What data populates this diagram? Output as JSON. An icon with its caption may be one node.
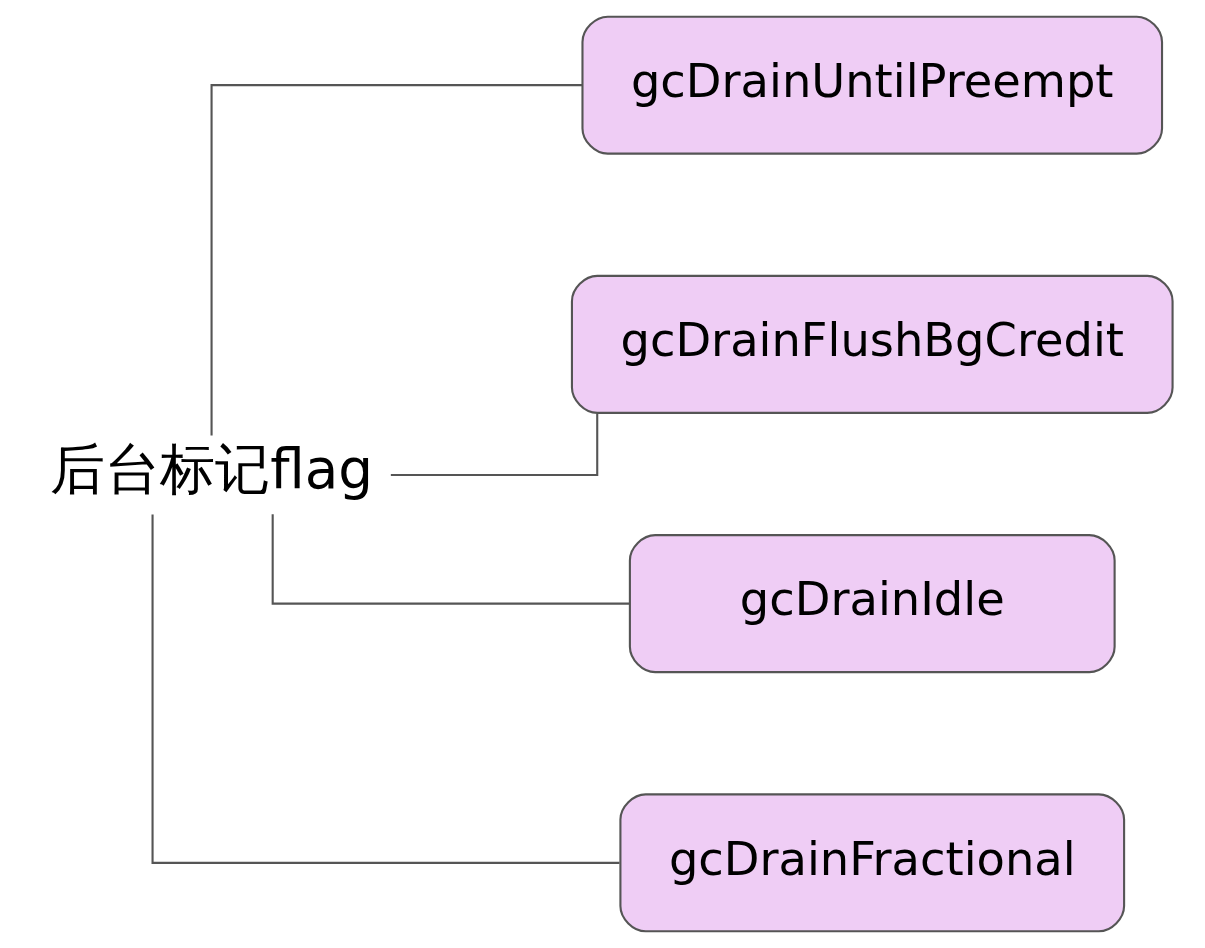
{
  "diagram": {
    "nodes": [
      {
        "text": [
          "后台标记flag"
        ]
      },
      {
        "text": [
          "gcDrainUntilPreempt"
        ]
      },
      {
        "text": [
          "gcDrainFlushBgCredit"
        ]
      },
      {
        "text": [
          "gcDrainIdle"
        ]
      },
      {
        "text": [
          "gcDrainFractional"
        ]
      }
    ],
    "edges": [
      {
        "from": 0,
        "to": 1,
        "arrow": "none"
      },
      {
        "from": 0,
        "to": 2,
        "arrow": "none"
      },
      {
        "from": 0,
        "to": 3,
        "arrow": "none"
      },
      {
        "from": 0,
        "to": 4,
        "arrow": "none"
      }
    ]
  }
}
